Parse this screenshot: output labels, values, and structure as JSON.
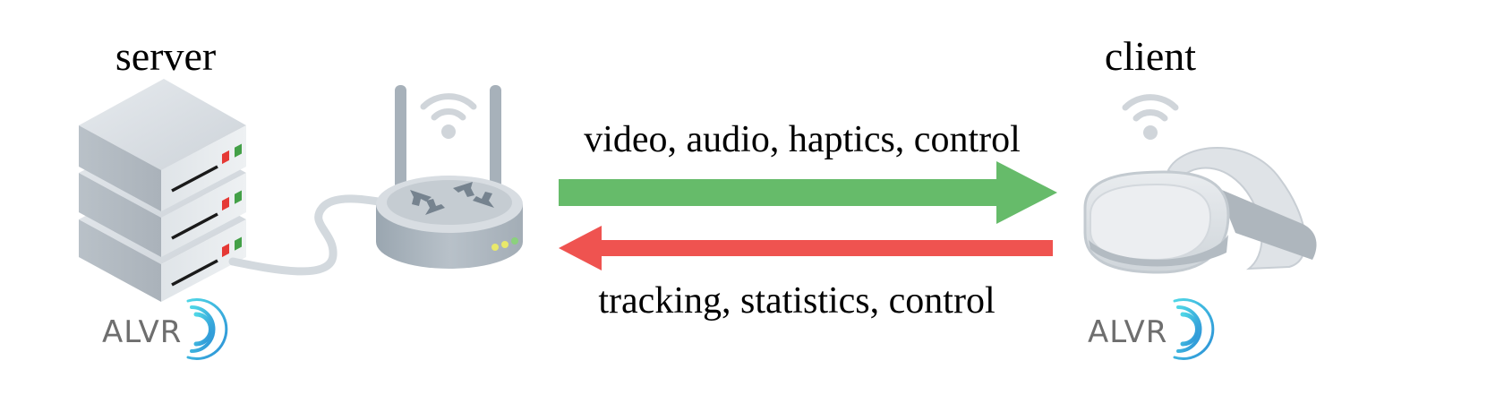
{
  "server": {
    "label": "server",
    "logo_text": "ALVR"
  },
  "client": {
    "label": "client",
    "logo_text": "ALVR"
  },
  "links": {
    "downstream_label": "video, audio, haptics, control",
    "upstream_label": "tracking, statistics, control"
  },
  "colors": {
    "downstream_arrow": "#66bb6a",
    "upstream_arrow": "#ef5350",
    "device_gray": "#c9d0d6",
    "logo_ring": "#3cc6e0"
  },
  "icons": {
    "server": "server-rack-icon",
    "router": "wifi-router-icon",
    "headset": "vr-headset-icon",
    "wifi": "wifi-icon"
  }
}
